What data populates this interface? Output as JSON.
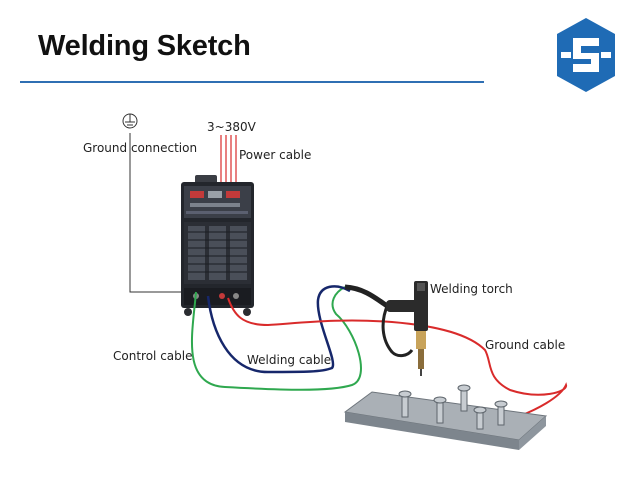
{
  "title": "Welding Sketch",
  "colors": {
    "accent": "#2f6fb3",
    "logo": "#1f6bb5",
    "power_cable": "#d92b2b",
    "ground_cable": "#d92b2b",
    "control_cable": "#2fa84f",
    "welding_cable": "#16276b"
  },
  "labels": {
    "voltage": "3~380V",
    "ground_connection": "Ground connection",
    "power_cable": "Power cable",
    "welding_torch": "Welding torch",
    "ground_cable": "Ground cable",
    "control_cable": "Control cable",
    "welding_cable": "Welding cable"
  },
  "icons": {
    "earth_symbol": "ground-symbol-icon",
    "logo": "company-logo-icon"
  }
}
